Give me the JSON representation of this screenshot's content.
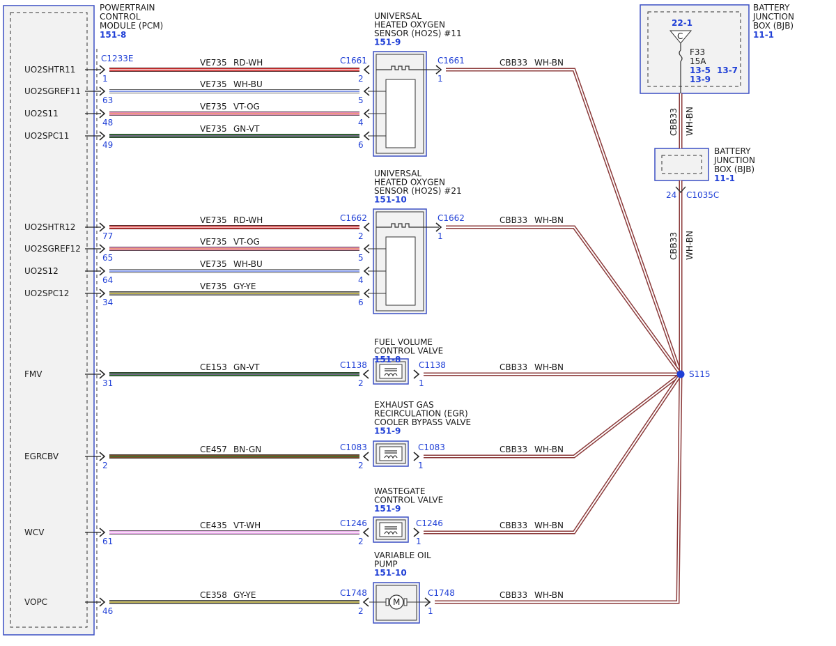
{
  "pcm": {
    "title_lines": [
      "POWERTRAIN",
      "CONTROL",
      "MODULE (PCM)"
    ],
    "ref": "151-8",
    "connector": "C1233E"
  },
  "colors": {
    "RD-WH": [
      "#d42a2a",
      "#ffffff"
    ],
    "WH-BU": [
      "#ffffff",
      "#3b5bd8"
    ],
    "VT-OG": [
      "#e58ab8",
      "#f0a060"
    ],
    "GN-VT": [
      "#2e7d32",
      "#9b59b6"
    ],
    "GY-YE": [
      "#8d8d8d",
      "#d8c530"
    ],
    "BN-GN": [
      "#7b4a2a",
      "#2e7d32"
    ],
    "VT-WH": [
      "#e9a7e9",
      "#ffffff"
    ],
    "WH-BN": [
      "#ffffff",
      "#8b3a3a"
    ],
    "accent": "#1f3fd6"
  },
  "wires": [
    {
      "signal": "UO2SHTR11",
      "pin": "1",
      "circuit": "VE735",
      "color": "RD-WH",
      "comp_pin": "2",
      "comp_conn": "C1661"
    },
    {
      "signal": "UO2SGREF11",
      "pin": "63",
      "circuit": "VE735",
      "color": "WH-BU",
      "comp_pin": "5",
      "comp_conn": ""
    },
    {
      "signal": "UO2S11",
      "pin": "48",
      "circuit": "VE735",
      "color": "VT-OG",
      "comp_pin": "4",
      "comp_conn": ""
    },
    {
      "signal": "UO2SPC11",
      "pin": "49",
      "circuit": "VE735",
      "color": "GN-VT",
      "comp_pin": "6",
      "comp_conn": ""
    },
    {
      "signal": "UO2SHTR12",
      "pin": "77",
      "circuit": "VE735",
      "color": "RD-WH",
      "comp_pin": "2",
      "comp_conn": "C1662"
    },
    {
      "signal": "UO2SGREF12",
      "pin": "65",
      "circuit": "VE735",
      "color": "VT-OG",
      "comp_pin": "5",
      "comp_conn": ""
    },
    {
      "signal": "UO2S12",
      "pin": "64",
      "circuit": "VE735",
      "color": "WH-BU",
      "comp_pin": "4",
      "comp_conn": ""
    },
    {
      "signal": "UO2SPC12",
      "pin": "34",
      "circuit": "VE735",
      "color": "GY-YE",
      "comp_pin": "6",
      "comp_conn": ""
    },
    {
      "signal": "FMV",
      "pin": "31",
      "circuit": "CE153",
      "color": "GN-VT",
      "comp_pin": "2",
      "comp_conn": "C1138"
    },
    {
      "signal": "EGRCBV",
      "pin": "2",
      "circuit": "CE457",
      "color": "BN-GN",
      "comp_pin": "2",
      "comp_conn": "C1083"
    },
    {
      "signal": "WCV",
      "pin": "61",
      "circuit": "CE435",
      "color": "VT-WH",
      "comp_pin": "2",
      "comp_conn": "C1246"
    },
    {
      "signal": "VOPC",
      "pin": "46",
      "circuit": "CE358",
      "color": "GY-YE",
      "comp_pin": "2",
      "comp_conn": "C1748"
    }
  ],
  "components": [
    {
      "title_lines": [
        "UNIVERSAL",
        "HEATED OXYGEN",
        "SENSOR (HO2S) #11"
      ],
      "ref": "151-9",
      "out_conn": "C1661",
      "out_pin": "1",
      "out_circuit": "CBB33",
      "out_color": "WH-BN",
      "kind": "ho2s"
    },
    {
      "title_lines": [
        "UNIVERSAL",
        "HEATED OXYGEN",
        "SENSOR (HO2S) #21"
      ],
      "ref": "151-10",
      "out_conn": "C1662",
      "out_pin": "1",
      "out_circuit": "CBB33",
      "out_color": "WH-BN",
      "kind": "ho2s"
    },
    {
      "title_lines": [
        "FUEL VOLUME",
        "CONTROL VALVE"
      ],
      "ref": "151-8",
      "out_conn": "C1138",
      "out_pin": "1",
      "out_circuit": "CBB33",
      "out_color": "WH-BN",
      "kind": "valve"
    },
    {
      "title_lines": [
        "EXHAUST GAS",
        "RECIRCULATION (EGR)",
        "COOLER BYPASS VALVE"
      ],
      "ref": "151-9",
      "out_conn": "C1083",
      "out_pin": "1",
      "out_circuit": "CBB33",
      "out_color": "WH-BN",
      "kind": "valve"
    },
    {
      "title_lines": [
        "WASTEGATE",
        "CONTROL VALVE"
      ],
      "ref": "151-9",
      "out_conn": "C1246",
      "out_pin": "1",
      "out_circuit": "CBB33",
      "out_color": "WH-BN",
      "kind": "valve"
    },
    {
      "title_lines": [
        "VARIABLE OIL",
        "PUMP"
      ],
      "ref": "151-10",
      "out_conn": "C1748",
      "out_pin": "1",
      "out_circuit": "CBB33",
      "out_color": "WH-BN",
      "kind": "motor"
    }
  ],
  "bjb_top": {
    "title_lines": [
      "BATTERY",
      "JUNCTION",
      "BOX (BJB)"
    ],
    "ref": "11-1",
    "fuse_ref": "22-1",
    "fuse_letter": "C",
    "fuse_name": "F33",
    "fuse_rating": "15A",
    "refs": [
      "13-5",
      "13-7",
      "13-9"
    ]
  },
  "bjb_mid": {
    "title_lines": [
      "BATTERY",
      "JUNCTION",
      "BOX (BJB)"
    ],
    "ref": "11-1",
    "pin": "24",
    "connector": "C1035C"
  },
  "vertical_wires": [
    {
      "circuit": "CBB33",
      "color": "WH-BN"
    },
    {
      "circuit": "CBB33",
      "color": "WH-BN"
    }
  ],
  "splice": {
    "name": "S115"
  }
}
